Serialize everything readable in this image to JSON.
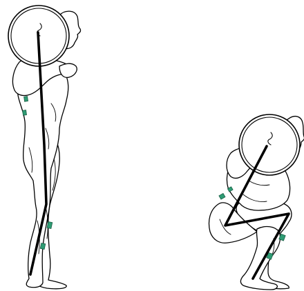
{
  "figures": [
    {
      "name": "standing-lifter",
      "pose": "standing"
    },
    {
      "name": "squatting-lifter",
      "pose": "squat"
    }
  ],
  "colors": {
    "background": "#ffffff",
    "outline": "#000000",
    "skin_fill": "#ffffff",
    "marker": "#2e9c74",
    "barbell_plate": "#ffffff"
  }
}
